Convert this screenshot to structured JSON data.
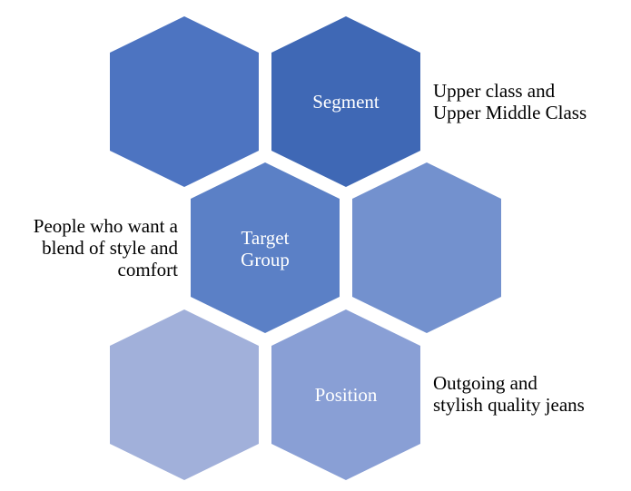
{
  "hexagons": {
    "top_left": {
      "label": "",
      "color": "#4D74C1"
    },
    "segment": {
      "label": "Segment",
      "color": "#3F68B5"
    },
    "target_group": {
      "label_line1": "Target",
      "label_line2": "Group",
      "color": "#5B80C6"
    },
    "middle_right": {
      "label": "",
      "color": "#7391CE"
    },
    "bottom_left": {
      "label": "",
      "color": "#A1B0DA"
    },
    "position": {
      "label": "Position",
      "color": "#899FD5"
    }
  },
  "descriptions": {
    "segment": {
      "line1": "Upper class and",
      "line2": "Upper Middle Class"
    },
    "target_group": {
      "line1": "People who want a",
      "line2": "blend of style and",
      "line3": "comfort"
    },
    "position": {
      "line1": "Outgoing and",
      "line2": "stylish quality jeans"
    }
  }
}
